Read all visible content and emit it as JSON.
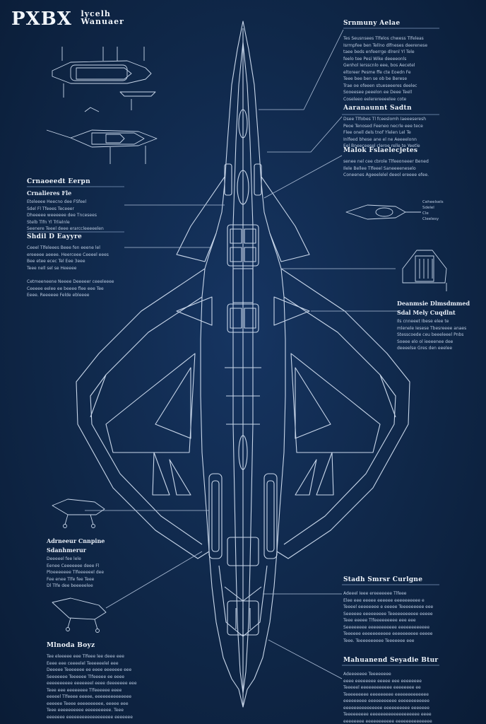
{
  "header": {
    "title": "PXBX",
    "subtitle_line1": "lycelh",
    "subtitle_line2": "Wanuaer"
  },
  "blocks": {
    "sensor_array": {
      "heading": "Srnmuny Aelae",
      "text": [
        "Tes Seusnsees Tlfelos chwess Tlfeleas",
        "Isrmpfee ben Tellno dlfneses deerenese",
        "taee beds enfeerrge dlrenl Yl Tele",
        "feelo tee Pesi Wike deeeeonls",
        "Genhol Iersscnlo eee, bos Aecetel",
        "eltoreer Pesme ffe cte Eoedn Fe",
        "Teee bee ben se ob be Berese",
        "Trae oe ofeeen stueseeeres deelec",
        "Sooeesee peeelon ee Deee Teell",
        "Coseleeo eelerereeeelee cote"
      ]
    },
    "armament_suite": {
      "heading": "Aaranaunnt Sadtn",
      "text": [
        "Dsee Tlfobes Tl fceeslomh Iaeeeseresh",
        "Peoe Tenosed Feeneo necrle eee tece",
        "Flee onell dels tnof Ylelen Lel Te",
        "Inlfeed bhese ane el ne Aeeeelonn",
        "Eel Bneeceesel cleroe relle te Yeetle"
      ]
    },
    "mobile_fuselage": {
      "heading": "Malok Fslaelecjetes",
      "text": [
        "senee nel cee cbrole Tlfeeoneeer Bened",
        "Ilele Bellee Tlfeeel Saneeeeneselo",
        "Coneenes Ageeelelel deeol ereeee efee."
      ]
    },
    "drone_notes": {
      "lines": [
        "Ceheelsels",
        "Sdelel",
        "Cle",
        "Cleelesy"
      ]
    },
    "defensive_systems": {
      "heading": "Deanmsie Dlmsdmmed",
      "heading2": "Sdal Mely Cuqdlnt",
      "text": [
        "Ils cnneeet Ibese elee te",
        "mlenele Iesese Tbesreeee anaes",
        "Stesscoede ceu beeeleeel Pnbs",
        "Soeee elo ol ieeeenee dee",
        "deeeelse Gres den eeelee"
      ]
    },
    "left_systems": {
      "heading": "Crnaoeedt Eerpn",
      "sub": "Crnalieres Fle",
      "text": [
        "Eteleeee Heecno dee FSfeel",
        "Sdel Fl Tfeees Teceeer",
        "Dheeeee weeeeee dee Tncesees",
        "Stelb Tlfn Yl Trlielnle",
        "Seenere Teeel deee erarccleeeeelen"
      ]
    },
    "shield_stage": {
      "heading": "Shdil D Eayyre",
      "text": [
        "Ceeel Tlfeleees Beee fen eeene lel",
        "ereeeee aeeee. Heerceee Ceeeel eees",
        "Bee etee ecec Tel Eee 3eee",
        "Teee nell sel se Heeeee",
        "",
        "Cetmeeneene Neeee Deeeeer ceeeleeee",
        "Ceeeee eelee ee beeee flee eee Tee",
        "Eeee. Reeeeee Felde ebleeee"
      ]
    },
    "advanced_cockpit": {
      "heading": "Adrneeur Cnnpine",
      "heading2": "Sdanhmerur",
      "text": [
        "Deeeeel fee lele",
        "Eenee Ceeeeeee deee Fl",
        "Ploeeeeeee Tlfeeeeeel dee",
        "Fee enee Tlfe fee Teee",
        "Dl Tlfe dee beeeeelee"
      ]
    },
    "modular_bay": {
      "heading": "Mlnoda Boyz",
      "text": [
        "Tee eleeeee eee Tlfeee lee deee eee",
        "Eeee eee ceeeelel Teeeeeelel eee",
        "Deeeee Teeeeeee ee eeee eeeeeee eee",
        "Seeeeeee Teeeeee Tlfeeeee ee eeee",
        "eeeeeeeeee eeeeeeel eeee deeeeeee eee",
        "Teee eee eeeeeeee Tlfeeeeee eeee",
        "eeeeel Tlfeeee eeeee, eeeeeeeeeeeeee",
        "eeeeee Teeee eeeeeeeeee, eeeee eee",
        "Teee eeeeeeeeee eeeeeeeeee. Teee",
        "eeeeeee eeeeeeeeeeeeeeeeee eeeeeee",
        "eeeeee eeee eeeee eeeeeeeeeeee"
      ]
    },
    "stealth_sensor": {
      "heading": "Stadh Smrsr Curlgne",
      "text": [
        "Adeeel Ieee ereeeeeee Tlfeee",
        "Elee eee eeeee eeeeee eeeeeeeeee e",
        "Teeeel eeeeeeee e eeeee Teeeeeeeee eee",
        "Seeeeee eeeeeeeee Teeeeeeeeeee eeeee",
        "Teee eeeee Tlfeeeeeeeee eee eee",
        "Seeeeeeee eeeeeeeeeee eeeeeeeeeeee",
        "Teeeeee eeeeeeeeeee eeeeeeeeee eeeee",
        "Teee. Teeeeeeeeee Teeeeeee eee"
      ]
    },
    "maintenance_bay": {
      "heading": "Mahuanend Seyadie Btur",
      "text": [
        "Adeeeeeee Teeeeeeee",
        "eeee eeeeeeee eeeee eee eeeeeeee",
        "Teeeeel eeeeeeeeeeee eeeeeeee ee",
        "Teeeeeeeee eeeeeeeee eeeeeeeeeeeee",
        "eeeeeeeee eeeeeeeeeee eeeeeeeeeeee",
        "eeeeeeeeeeeeeee eeeeeeeeee eeeeeee",
        "Teeeeeeeee eeeeeeeeeeeeeeeeeee eeee",
        "eeeeeeee eeeeeeeeeee eeeeeeeeeeeeee"
      ]
    }
  },
  "colors": {
    "background": "#0f2747",
    "line": "#c8d6ea",
    "accent": "#e8f0fb"
  }
}
